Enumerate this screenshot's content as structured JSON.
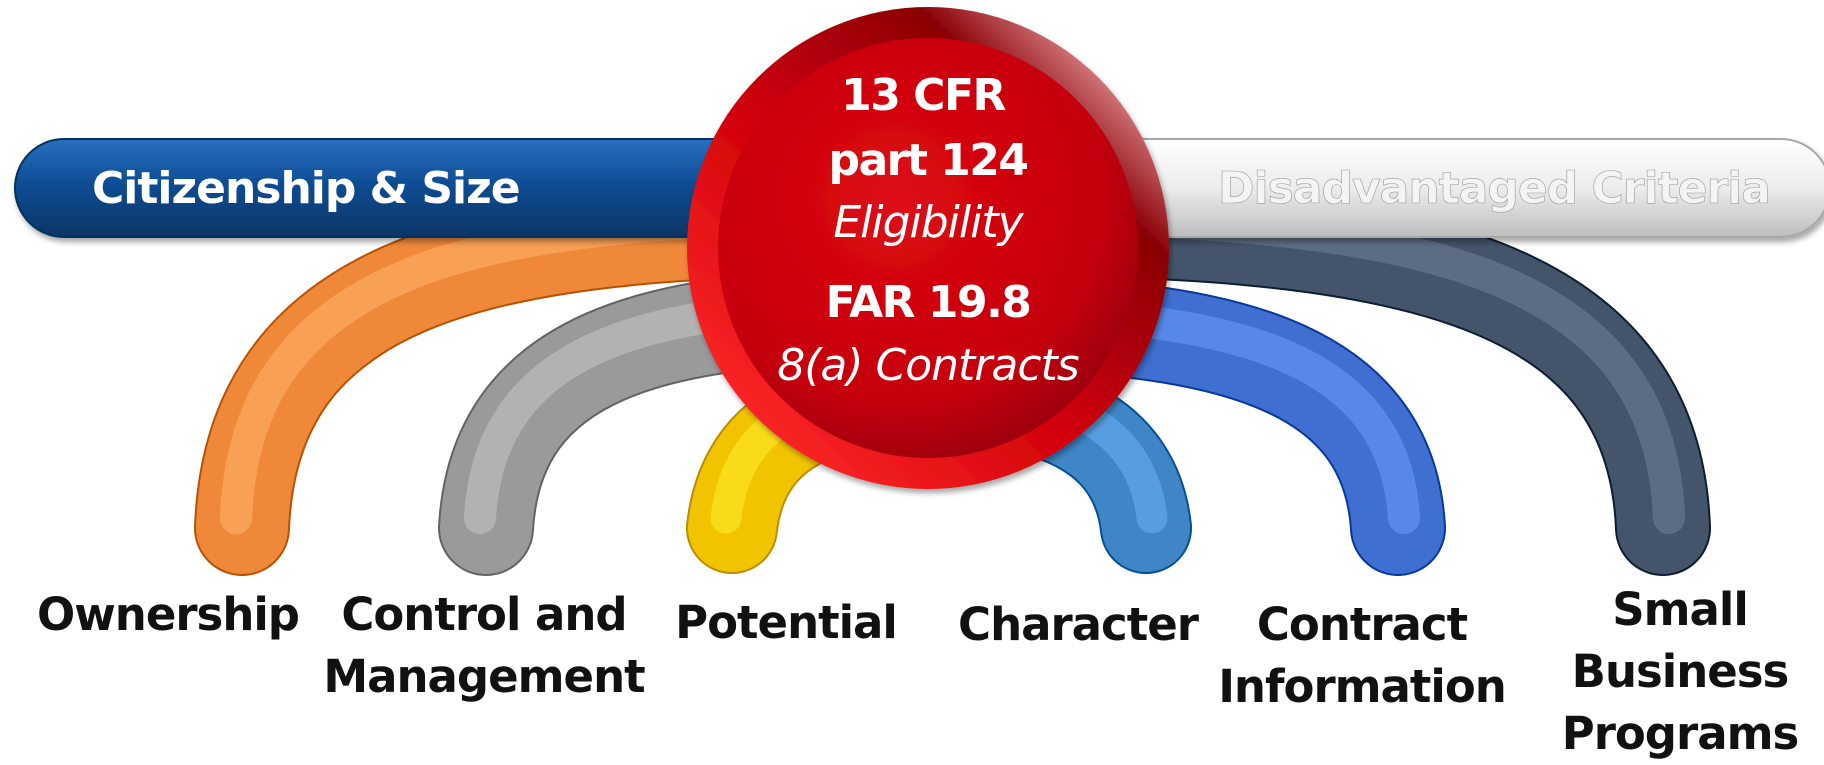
{
  "header_bars": {
    "left": {
      "label": "Citizenship & Size",
      "color": "#0b4a8f"
    },
    "right": {
      "label": "Disadvantaged Criteria",
      "color": "#d9d9d9"
    }
  },
  "center": {
    "line1": "13 CFR",
    "line2": "part 124",
    "line3": "Eligibility",
    "line4": "FAR 19.8",
    "line5": "8(a) Contracts",
    "color": "#c8000a"
  },
  "categories": [
    {
      "lines": [
        "Ownership"
      ],
      "color": "#f0883a"
    },
    {
      "lines": [
        "Control and",
        "Management"
      ],
      "color": "#9a9a9a"
    },
    {
      "lines": [
        "Potential"
      ],
      "color": "#f2c400"
    },
    {
      "lines": [
        "Character"
      ],
      "color": "#3f86c7"
    },
    {
      "lines": [
        "Contract",
        "Information"
      ],
      "color": "#3f6fd0"
    },
    {
      "lines": [
        "Small",
        "Business",
        "Programs"
      ],
      "color": "#44546a"
    }
  ]
}
